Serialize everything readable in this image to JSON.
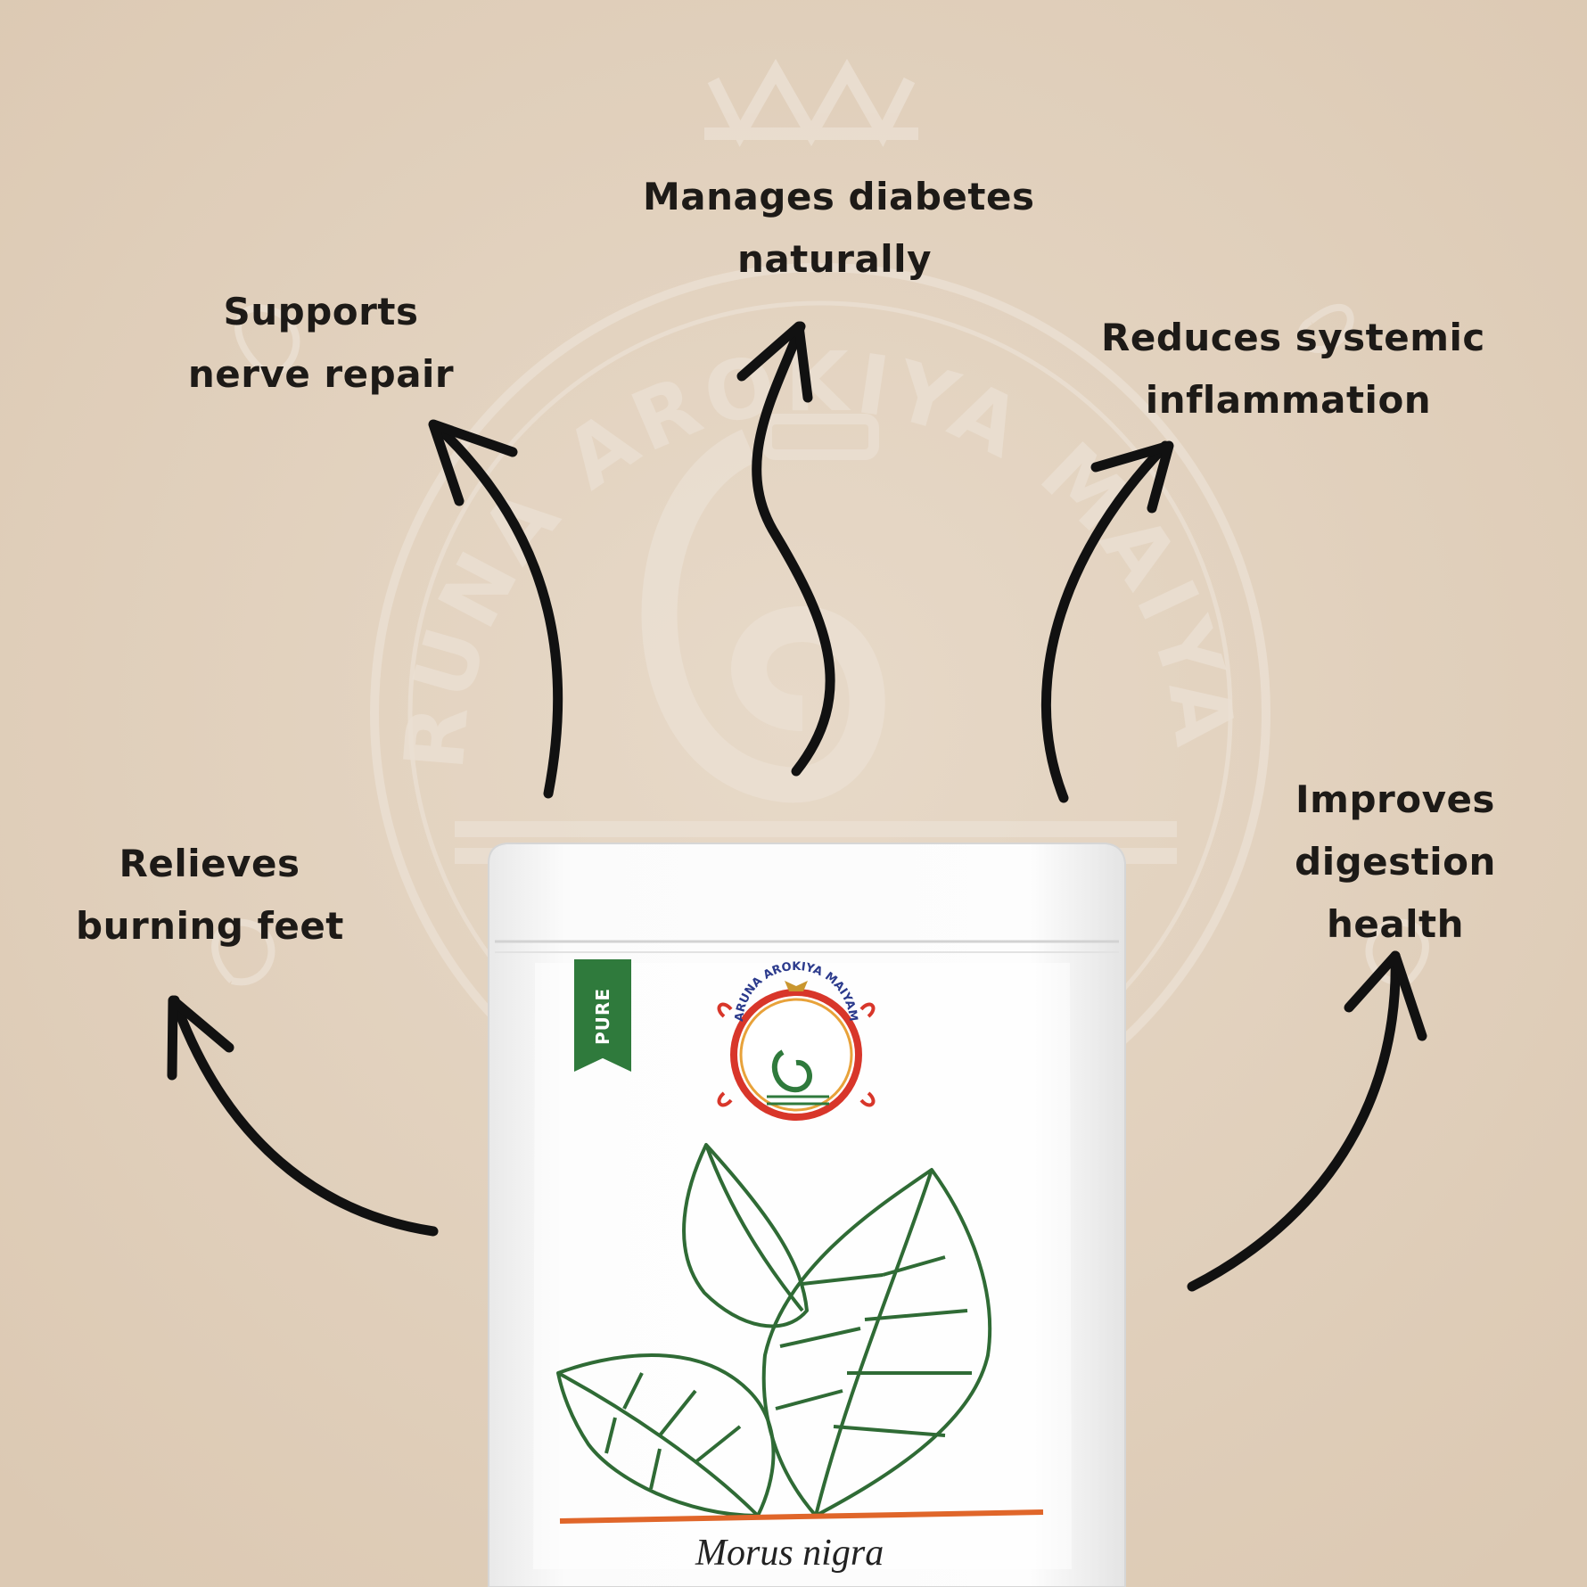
{
  "benefits": {
    "diabetes": [
      "Manages diabetes",
      "naturally"
    ],
    "nerve": [
      "Supports",
      "nerve repair"
    ],
    "inflammation": [
      "Reduces systemic",
      "inflammation"
    ],
    "burning_feet": [
      "Relieves",
      "burning feet"
    ],
    "digestion": [
      "Improves",
      "digestion",
      "health"
    ]
  },
  "product": {
    "badge": "PURE",
    "logo_text": "ARUNA AROKIYA MAIYAM",
    "species": "Morus nigra"
  },
  "watermark": {
    "text": "ARUNA AROKIYA MAIYAM"
  },
  "colors": {
    "background": "#e3d3c0",
    "arrow": "#111111",
    "text": "#1d1a17",
    "leaf": "#2f6b35",
    "accent_line": "#e0662a",
    "badge": "#2f7a3c"
  }
}
